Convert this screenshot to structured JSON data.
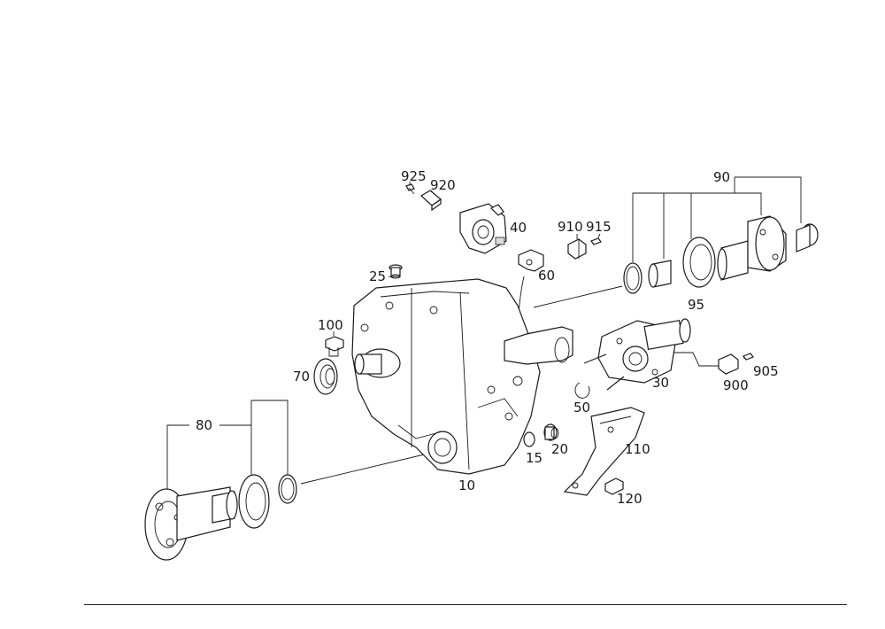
{
  "callouts": {
    "c925": "925",
    "c920": "920",
    "c40": "40",
    "c910": "910",
    "c915": "915",
    "c90": "90",
    "c60": "60",
    "c25": "25",
    "c95": "95",
    "c100": "100",
    "c70": "70",
    "c30": "30",
    "c905": "905",
    "c900": "900",
    "c50": "50",
    "c80": "80",
    "c20": "20",
    "c15": "15",
    "c110": "110",
    "c10": "10",
    "c120": "120"
  },
  "colors": {
    "line": "#1a1a1a",
    "background": "#ffffff",
    "shade": "#dcdcdc"
  }
}
